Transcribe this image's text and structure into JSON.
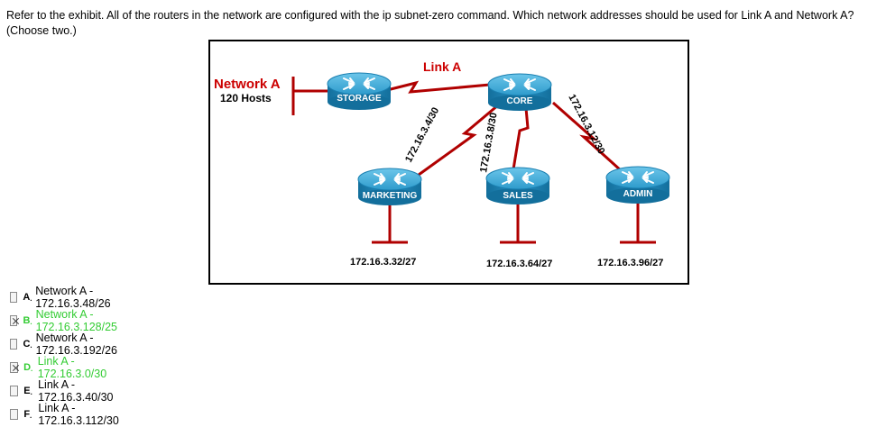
{
  "question": {
    "text": "Refer to the exhibit. All of the routers in the network are configured with the ip subnet-zero command. Which network addresses should be used for Link A and Network A? (Choose two.)"
  },
  "exhibit": {
    "network_a_label": "Network A",
    "network_a_hosts": "120 Hosts",
    "link_a_label": "Link A",
    "routers": {
      "storage": "STORAGE",
      "core": "CORE",
      "marketing": "MARKETING",
      "sales": "SALES",
      "admin": "ADMIN"
    },
    "links": {
      "core_marketing": "172.16.3.4/30",
      "core_sales": "172.16.3.8/30",
      "core_admin": "172.16.3.12/30"
    },
    "lans": {
      "marketing": "172.16.3.32/27",
      "sales": "172.16.3.64/27",
      "admin": "172.16.3.96/27"
    },
    "colors": {
      "router_body": "#1f86b8",
      "router_top": "#4fb3dc",
      "link_red": "#b00000",
      "label_red": "#cc0000"
    }
  },
  "answers": [
    {
      "letter": "A",
      "text": "Network A - 172.16.3.48/26",
      "checked": false,
      "correct": false
    },
    {
      "letter": "B",
      "text": "Network A - 172.16.3.128/25",
      "checked": true,
      "correct": true
    },
    {
      "letter": "C",
      "text": "Network A - 172.16.3.192/26",
      "checked": false,
      "correct": false
    },
    {
      "letter": "D",
      "text": "Link A - 172.16.3.0/30",
      "checked": true,
      "correct": true
    },
    {
      "letter": "E",
      "text": "Link A - 172.16.3.40/30",
      "checked": false,
      "correct": false
    },
    {
      "letter": "F",
      "text": "Link A - 172.16.3.112/30",
      "checked": false,
      "correct": false
    }
  ],
  "correct_color": "#33cc33"
}
